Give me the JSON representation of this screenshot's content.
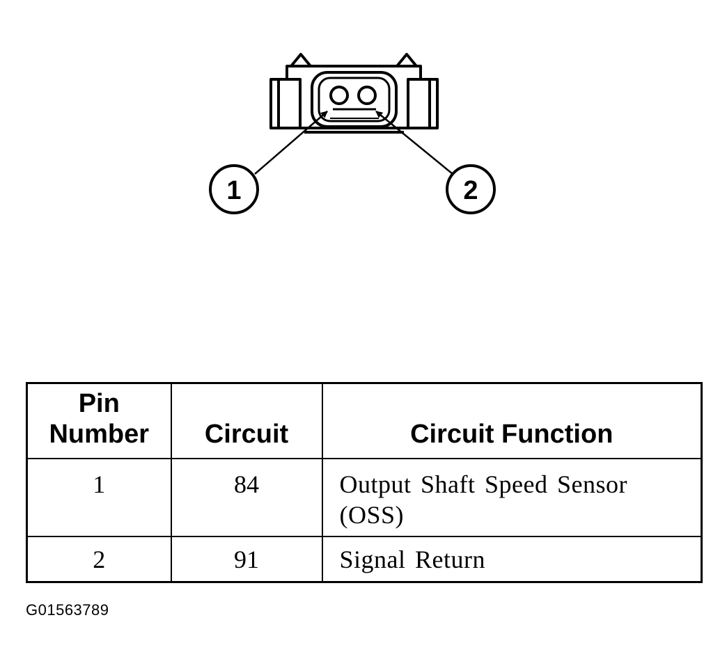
{
  "diagram": {
    "callouts": [
      "1",
      "2"
    ]
  },
  "table": {
    "headers": {
      "pin_line1": "Pin",
      "pin_line2": "Number",
      "circuit": "Circuit",
      "function": "Circuit Function"
    },
    "rows": [
      {
        "pin": "1",
        "circuit": "84",
        "function": "Output Shaft Speed Sensor (OSS)"
      },
      {
        "pin": "2",
        "circuit": "91",
        "function": "Signal Return"
      }
    ]
  },
  "figure_id": "G01563789"
}
